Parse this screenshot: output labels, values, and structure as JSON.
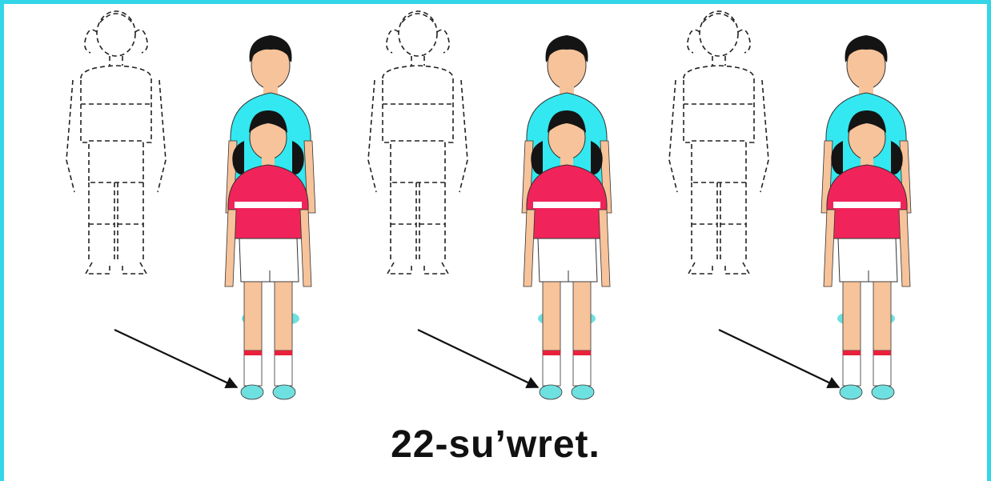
{
  "figure": {
    "caption": "22-su’wret.",
    "panel_count": 3,
    "colors": {
      "frame": "#33d6e6",
      "boy_shirt": "#33e8f0",
      "girl_shirt": "#f0245a",
      "skin": "#f7c39a",
      "hair": "#141414",
      "sock_band": "#e8203c",
      "shoes": "#6fe0e0"
    },
    "icons": [
      "dashed-outline-figure",
      "boy-figure",
      "girl-figure",
      "arrow"
    ]
  }
}
